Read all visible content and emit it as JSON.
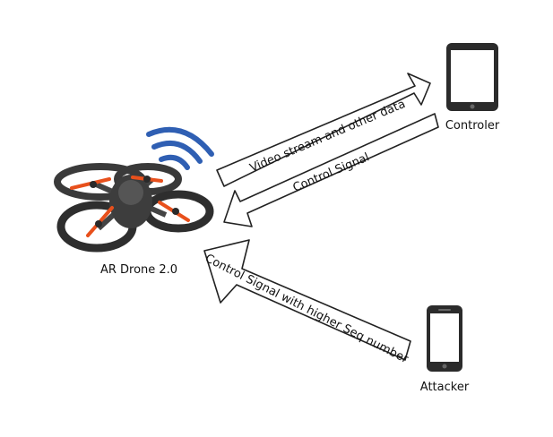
{
  "nodes": {
    "drone": {
      "label": "AR Drone 2.0",
      "icon": "drone-icon"
    },
    "controller": {
      "label": "Controler",
      "icon": "tablet-icon"
    },
    "attacker": {
      "label": "Attacker",
      "icon": "smartphone-icon"
    }
  },
  "arrows": {
    "video": {
      "label": "Video stream and other data",
      "direction": "drone-to-controller"
    },
    "control": {
      "label": "Control Signal",
      "direction": "controller-to-drone"
    },
    "attack": {
      "label": "Control Signal with higher Seq number",
      "direction": "attacker-to-drone"
    }
  },
  "colors": {
    "wifi": "#2f5fb3",
    "outline": "#222222",
    "device": "#2b2b2b",
    "drone_body": "#3a3a3a",
    "drone_accent": "#e8501c"
  }
}
